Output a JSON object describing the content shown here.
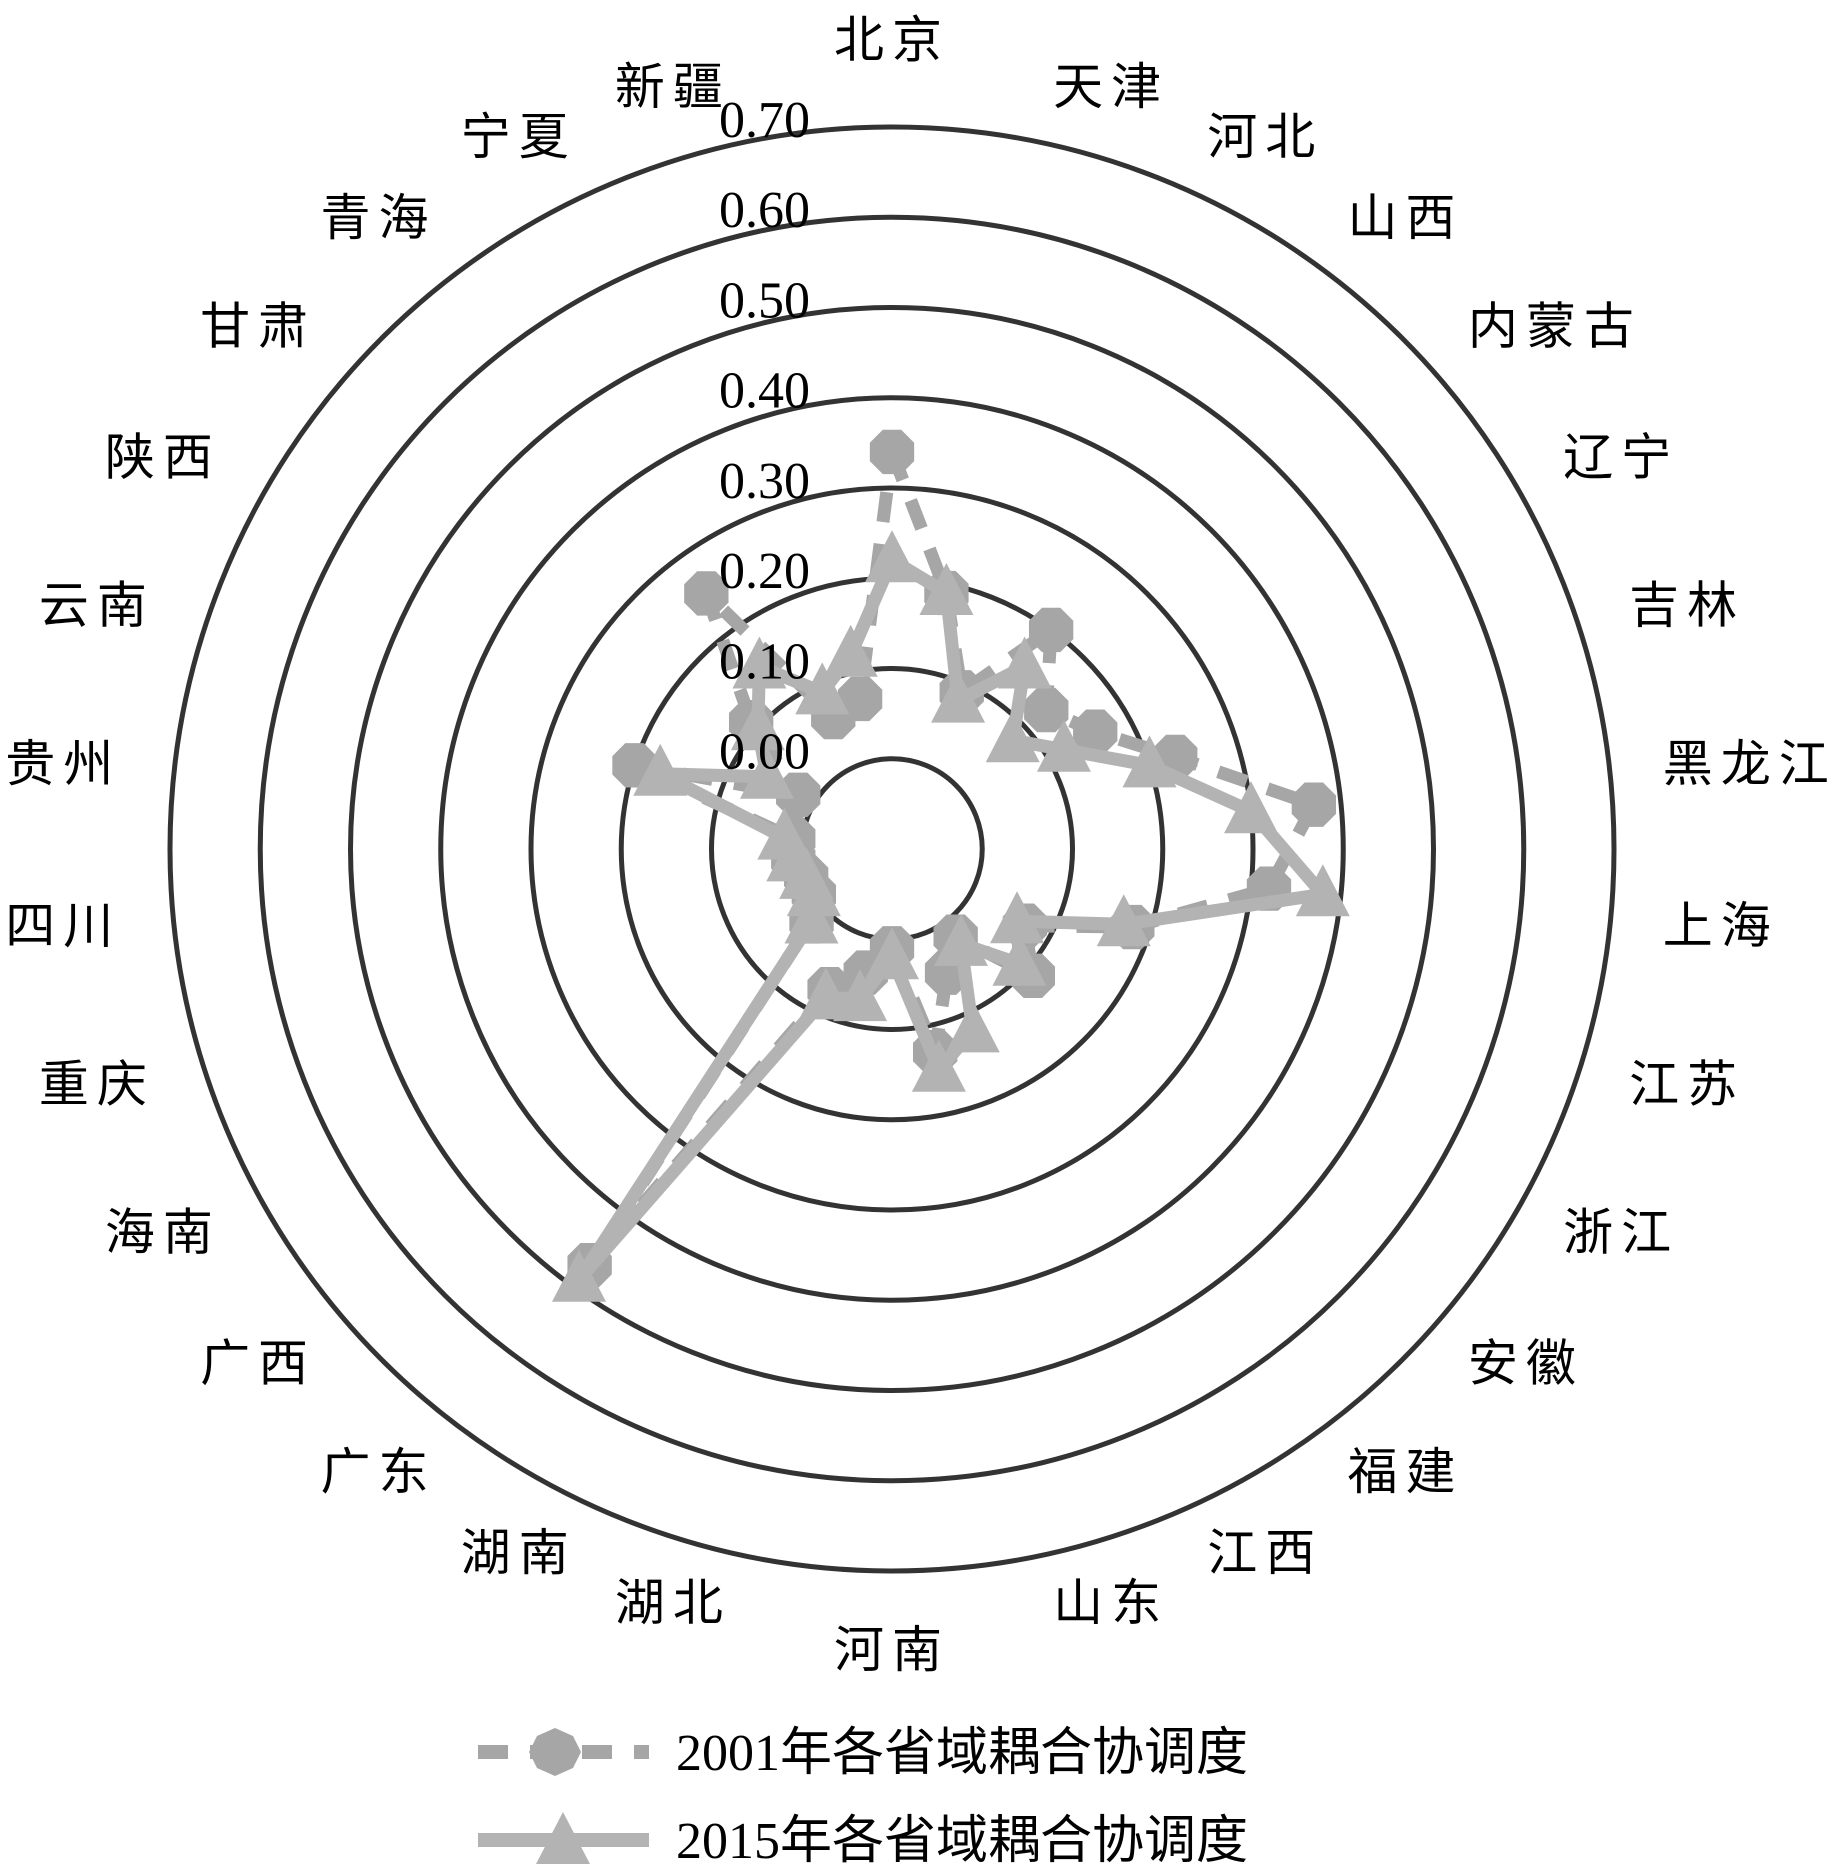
{
  "chart_data": {
    "type": "radar",
    "title": "",
    "categories": [
      "北京",
      "天津",
      "河北",
      "山西",
      "内蒙古",
      "辽宁",
      "吉林",
      "黑龙江",
      "上海",
      "江苏",
      "浙江",
      "安徽",
      "福建",
      "江西",
      "山东",
      "河南",
      "湖北",
      "湖南",
      "广东",
      "广西",
      "海南",
      "重庆",
      "四川",
      "贵州",
      "云南",
      "陕西",
      "甘肃",
      "青海",
      "宁夏",
      "新疆"
    ],
    "radial_axis": {
      "min": -0.1,
      "max": 0.7,
      "ticks": [
        0.0,
        0.1,
        0.2,
        0.3,
        0.4,
        0.5,
        0.6,
        0.7
      ],
      "tick_labels": [
        "0.00",
        "0.10",
        "0.20",
        "0.30",
        "0.40",
        "0.50",
        "0.60",
        "0.70"
      ],
      "grid": true
    },
    "legend_position": "bottom",
    "series": [
      {
        "name": "2001年各省域耦合协调度",
        "line_style": "dashed",
        "marker": "circle",
        "color": "#a6a6a6",
        "values": [
          0.34,
          0.19,
          0.09,
          0.2,
          0.13,
          0.16,
          0.23,
          0.37,
          0.32,
          0.18,
          0.07,
          0.11,
          0.02,
          0.05,
          0.13,
          0.01,
          0.04,
          0.07,
          0.47,
          0.02,
          0.0,
          0.0,
          0.01,
          0.01,
          0.2,
          0.02,
          0.11,
          0.25,
          0.06,
          0.07
        ]
      },
      {
        "name": "2015年各省域耦合协调度",
        "line_style": "solid",
        "marker": "triangle",
        "color": "#b3b3b3",
        "values": [
          0.22,
          0.19,
          0.08,
          0.15,
          0.08,
          0.12,
          0.2,
          0.3,
          0.38,
          0.17,
          0.06,
          0.09,
          0.03,
          0.12,
          0.15,
          0.02,
          0.07,
          0.08,
          0.49,
          0.02,
          0.0,
          0.0,
          0.01,
          0.02,
          0.17,
          0.06,
          0.1,
          0.15,
          0.09,
          0.12
        ]
      }
    ]
  }
}
